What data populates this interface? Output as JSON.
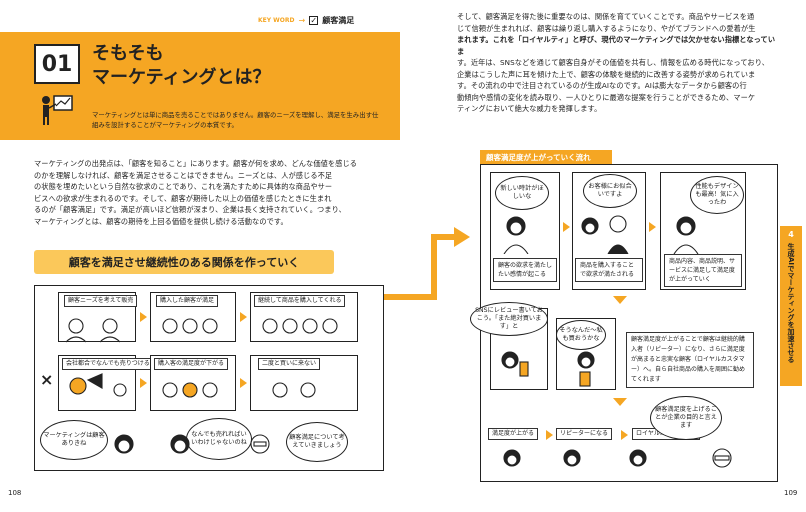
{
  "keyword": {
    "label": "KEY WORD",
    "value": "顧客満足"
  },
  "left": {
    "header": {
      "number": "01",
      "title_line1": "そもそも",
      "title_line2": "マーケティングとは？",
      "lead": "マーケティングとは単に商品を売ることではありません。顧客のニーズを理解し、満足を生み出す仕組みを設計することがマーケティングの本質です。"
    },
    "body": [
      "マーケティングの出発点は、「顧客を知ること」にあります。顧客が何を求め、どんな価値を感じる",
      "のかを理解しなければ、顧客を満足させることはできません。ニーズとは、人が感じる不足",
      "の状態を埋めたいという自然な欲求のことであり、これを満たすために具体的な商品やサー",
      "ビスへの欲求が生まれるのです。そして、顧客が期待した以上の価値を感じたときに生まれ",
      "るのが「顧客満足」です。満足が高いほど信頼が深まり、企業は長く支持されていく。つまり、",
      "マーケティングとは、顧客の期待を上回る価値を提供し続ける活動なのです。"
    ],
    "section_title": "顧客を満足させ継続性のある関係を作っていく",
    "good_row": [
      "顧客ニーズを考えて販売",
      "購入した顧客が満足",
      "継続して商品を購入してくれる"
    ],
    "bad_row": [
      "会社都合でなんでも売りつける",
      "購入客の満足度が下がる",
      "二度と買いに来ない"
    ],
    "bad_mark": "×",
    "bottom_bubbles": [
      "マーケティングは顧客ありきね",
      "なんでも売れればいいわけじゃないのね",
      "顧客満足について考えていきましょう"
    ],
    "page_number": "108"
  },
  "right": {
    "body": [
      "そして、顧客満足を得た後に重要なのは、関係を育てていくことです。商品やサービスを通",
      "じて信頼が生まれれば、顧客は繰り返し購入するようになり、やがてブランドへの愛着が生",
      "まれます。これを「ロイヤルティ」と呼び、現代のマーケティングでは欠かせない指標となっていま",
      "す。近年は、SNSなどを通じて顧客自身がその価値を共有し、情報を広める時代になっており、",
      "企業はこうした声に耳を傾けた上で、顧客の体験を継続的に改善する姿勢が求められていま",
      "す。その流れの中で注目されているのが生成AIなのです。AIは膨大なデータから顧客の行",
      "動傾向や感情の変化を読み取り、一人ひとりに最適な提案を行うことができるため、マーケ",
      "ティングにおいて絶大な威力を発揮します。"
    ],
    "flow_title": "顧客満足度が上がっていく流れ",
    "step1": {
      "bubble": "新しい時計がほしいな",
      "caption": "顧客の欲求を満たしたい感情が起こる"
    },
    "step2": {
      "bubble": "お客様にお似合いですよ",
      "caption": "商品を購入することで欲求が満たされる"
    },
    "step3": {
      "bubble": "性能もデザインも最高！気に入ったわ",
      "caption": "商品内容、商品説明、サービスに満足して満足度が上がっていく"
    },
    "step4": {
      "bubble1": "SNSにレビュー書いておこう。「また絶対買います」と",
      "bubble2": "そうなんだ～私も買おうかな",
      "caption": "顧客満足度が上がることで顧客は継続的購入者（リピーター）になり、さらに満足度が高まると忠実な顧客（ロイヤルカスタマー）へ。自ら自社商品の購入を周囲に勧めてくれます"
    },
    "bottom_labels": [
      "満足度が上がる",
      "リピーターになる",
      "ロイヤルカスタマーへ"
    ],
    "bottom_bubble": "顧客満足度を上げることが企業の目的と言えます",
    "side_tab": {
      "number": "4",
      "text": "生成AIでマーケティングを加速させる"
    },
    "page_number": "109"
  },
  "colors": {
    "accent": "#f5a623",
    "accent_light": "#fbc85a",
    "text": "#222222"
  }
}
